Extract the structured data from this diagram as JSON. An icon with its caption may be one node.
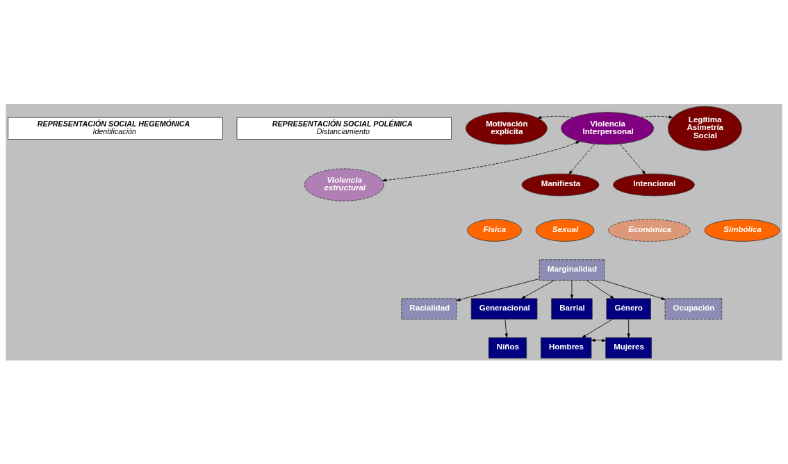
{
  "diagram": {
    "nodes": [
      {
        "text": [
          "REPRESENTACIÓN SOCIAL HEGEMÓNICA",
          "Identificación"
        ]
      },
      {
        "text": [
          "REPRESENTACIÓN SOCIAL POLÉMICA",
          "Distanciamiento"
        ]
      },
      {
        "text": [
          "Violencia estructural"
        ]
      },
      {
        "text": [
          "Motivación explícita"
        ]
      },
      {
        "text": [
          "Violencia Interpersonal"
        ]
      },
      {
        "text": [
          "Legítima Asimetría Social"
        ]
      },
      {
        "text": [
          "Manifiesta"
        ]
      },
      {
        "text": [
          "Intencional"
        ]
      },
      {
        "text": [
          "Física"
        ]
      },
      {
        "text": [
          "Sexual"
        ]
      },
      {
        "text": [
          "Económica"
        ]
      },
      {
        "text": [
          "Simbólica"
        ]
      },
      {
        "text": [
          "Marginalidad"
        ]
      },
      {
        "text": [
          "Racialidad"
        ]
      },
      {
        "text": [
          "Generacional"
        ]
      },
      {
        "text": [
          "Barrial"
        ]
      },
      {
        "text": [
          "Género"
        ]
      },
      {
        "text": [
          "Ocupación"
        ]
      },
      {
        "text": [
          "Niños"
        ]
      },
      {
        "text": [
          "Hombres"
        ]
      },
      {
        "text": [
          "Mujeres"
        ]
      }
    ],
    "edges": [
      {
        "from": 4,
        "to": 2,
        "arrow": "both",
        "style": "dashed"
      },
      {
        "from": 4,
        "to": 3,
        "arrow": "to",
        "style": "dashed"
      },
      {
        "from": 4,
        "to": 5,
        "arrow": "to",
        "style": "dashed"
      },
      {
        "from": 4,
        "to": 6,
        "arrow": "to",
        "style": "dashed"
      },
      {
        "from": 4,
        "to": 7,
        "arrow": "to",
        "style": "dashed"
      },
      {
        "from": 12,
        "to": 13,
        "arrow": "to"
      },
      {
        "from": 12,
        "to": 14,
        "arrow": "to"
      },
      {
        "from": 12,
        "to": 15,
        "arrow": "to"
      },
      {
        "from": 12,
        "to": 16,
        "arrow": "to"
      },
      {
        "from": 12,
        "to": 17,
        "arrow": "to"
      },
      {
        "from": 14,
        "to": 18,
        "arrow": "to"
      },
      {
        "from": 16,
        "to": 19,
        "arrow": "to"
      },
      {
        "from": 16,
        "to": 20,
        "arrow": "to"
      },
      {
        "from": 19,
        "to": 20,
        "arrow": "both"
      }
    ]
  }
}
